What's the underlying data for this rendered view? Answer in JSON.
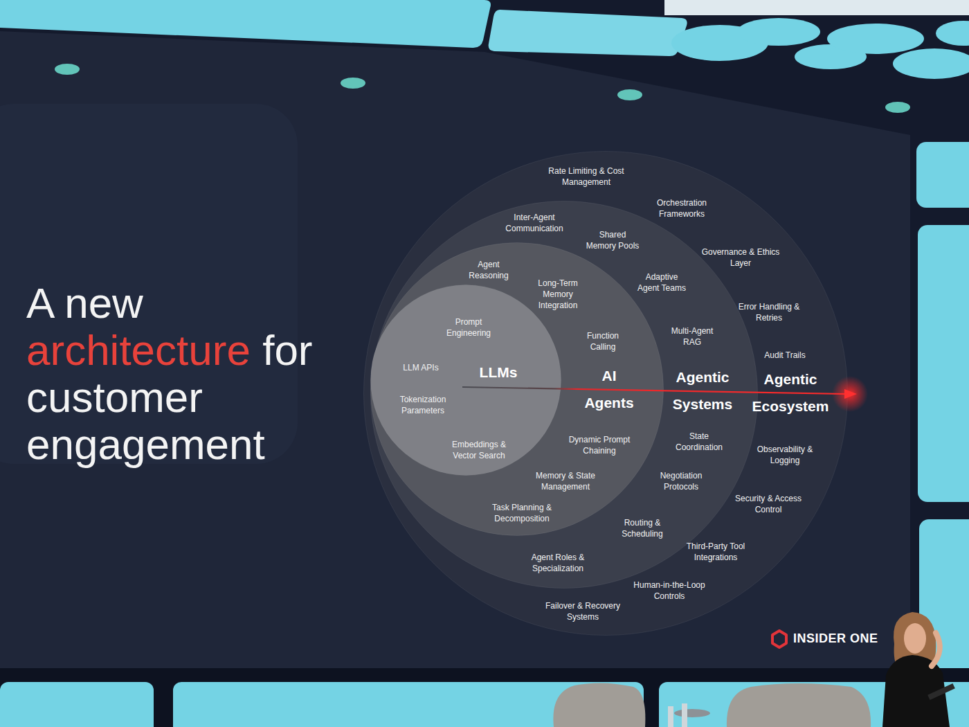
{
  "diagram": {
    "title": "A new architecture for customer engagement",
    "nodes": [
      {
        "text": [
          "Agentic Ecosystem",
          "Rate Limiting & Cost Management",
          "Orchestration Frameworks",
          "Governance & Ethics Layer",
          "Error Handling & Retries",
          "Audit Trails",
          "Observability & Logging",
          "Security & Access Control",
          "Third-Party Tool Integrations",
          "Human-in-the-Loop Controls",
          "Failover & Recovery Systems"
        ]
      },
      {
        "text": [
          "Agentic Systems",
          "Inter-Agent Communication",
          "Shared Memory Pools",
          "Adaptive Agent Teams",
          "Multi-Agent RAG",
          "State Coordination",
          "Negotiation Protocols",
          "Routing & Scheduling",
          "Agent Roles & Specialization"
        ],
        "in": 0
      },
      {
        "text": [
          "AI Agents",
          "Agent Reasoning",
          "Long-Term Memory Integration",
          "Function Calling",
          "Dynamic Prompt Chaining",
          "Memory & State Management",
          "Task Planning & Decomposition"
        ],
        "in": 1
      },
      {
        "text": [
          "LLMs",
          "Prompt Engineering",
          "LLM APIs",
          "Tokenization Parameters",
          "Embeddings & Vector Search"
        ],
        "in": 2
      }
    ],
    "labels": [
      "INSIDER ONE"
    ]
  }
}
